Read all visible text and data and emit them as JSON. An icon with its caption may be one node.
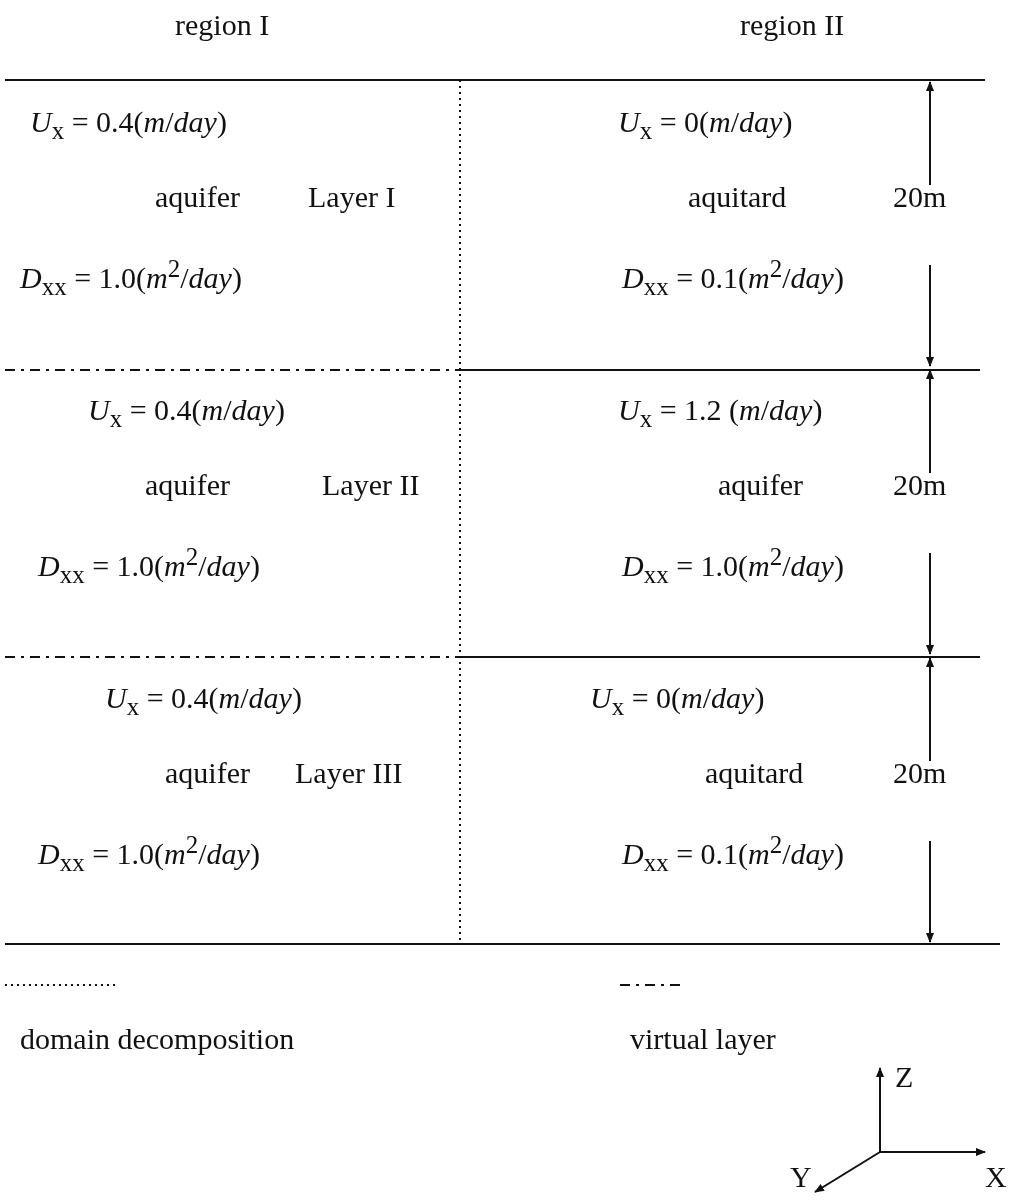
{
  "diagram": {
    "labels": [
      "region I",
      "region II",
      "*U*$_{x}$ = 0.4(*m*/*day*)",
      "*U*$_{x}$ = 0(*m*/*day*)",
      "aquifer",
      "Layer I",
      "aquitard",
      "20m",
      "*D*$_{xx}$ = 1.0(*m*$^{2}$/*day*)",
      "*D*$_{xx}$ = 0.1(*m*$^{2}$/*day*)",
      "*U*$_{x}$ = 0.4(*m*/*day*)",
      "*U*$_{x}$ = 1.2 (*m*/*day*)",
      "aquifer",
      "Layer II",
      "aquifer",
      "20m",
      "*D*$_{xx}$ = 1.0(*m*$^{2}$/*day*)",
      "*D*$_{xx}$ = 1.0(*m*$^{2}$/*day*)",
      "*U*$_{x}$ = 0.4(*m*/*day*)",
      "*U*$_{x}$ = 0(*m*/*day*)",
      "aquifer",
      "Layer III",
      "aquitard",
      "20m",
      "*D*$_{xx}$ = 1.0(*m*$^{2}$/*day*)",
      "*D*$_{xx}$ = 0.1(*m*$^{2}$/*day*)",
      "Z",
      "Y",
      "X"
    ],
    "legend": [
      {
        "text": "domain decomposition"
      },
      {
        "text": "virtual layer"
      }
    ]
  }
}
